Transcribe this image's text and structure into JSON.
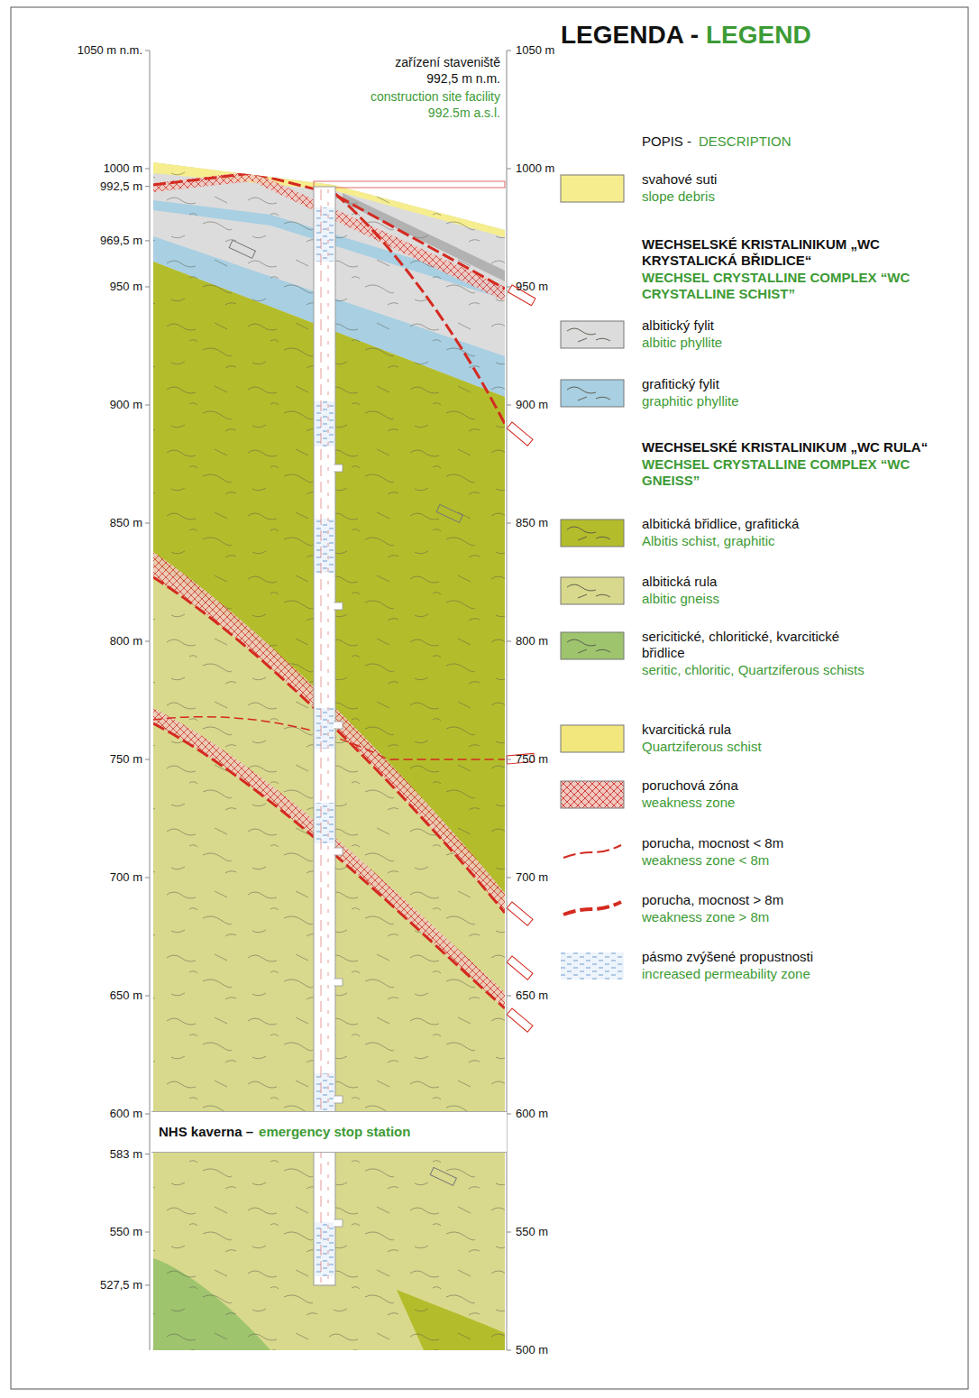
{
  "diagram": {
    "nodes": [
      {
        "text": [
          "NHS kaverna –",
          "emergency stop station"
        ]
      }
    ],
    "labels": [
      "1050 m n.m.",
      "1000 m",
      "992,5 m",
      "969,5 m",
      "950 m",
      "900 m",
      "850 m",
      "800 m",
      "750 m",
      "700 m",
      "650 m",
      "600 m",
      "583 m",
      "550 m",
      "527,5 m",
      "1050 m",
      "1000 m",
      "950 m",
      "900 m",
      "850 m",
      "800 m",
      "750 m",
      "700 m",
      "650 m",
      "600 m",
      "550 m",
      "500 m",
      "zařízení staveniště",
      "992,5 m n.m.",
      "construction site facility 992.5m a.s.l.",
      "LEGENDA -",
      "LEGEND",
      "POPIS -",
      "DESCRIPTION",
      "WECHSELSKÉ KRISTALINIKUM „WC KRYSTALICKÁ BŘIDLICE“",
      "WECHSEL CRYSTALLINE COMPLEX “WC CRYSTALLINE SCHIST”",
      "WECHSELSKÉ KRISTALINIKUM „WC RULA“",
      "WECHSEL CRYSTALLINE COMPLEX “WC GNEISS”",
      "slope debris",
      "albitic phyllite",
      "graphitic phyllite",
      "Albitis schist, graphitic",
      "albitic gneiss",
      "seritic, chloritic, Quartziferous schists",
      "Quartziferous schist",
      "weakness zone",
      "weakness zone < 8m",
      "weakness zone > 8m",
      "increased permeability zone"
    ],
    "legend": [
      {
        "text": "svahové suti",
        "color": "#f6ee8e"
      },
      {
        "text": "albitický fylit",
        "color": "#dcdcdc"
      },
      {
        "text": "grafitický fylit",
        "color": "#a8cfe2"
      },
      {
        "text": "albitická břidlice, grafitická",
        "color": "#b3bd2b"
      },
      {
        "text": "albitická rula",
        "color": "#d8d98c"
      },
      {
        "text": "sericitické, chloritické, kvarcitické břidlice",
        "color": "#9ec46e"
      },
      {
        "text": "kvarcitická rula",
        "color": "#f1e77c"
      },
      {
        "text": "poruchová zóna"
      },
      {
        "text": "porucha, mocnost < 8m"
      },
      {
        "text": "porucha, mocnost > 8m"
      },
      {
        "text": "pásmo zvýšené propustnosti"
      }
    ]
  }
}
